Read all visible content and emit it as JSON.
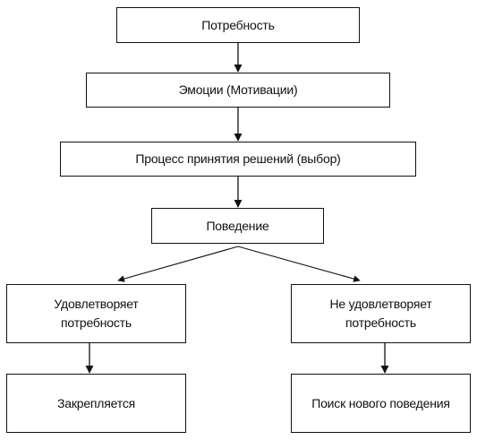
{
  "nodes": {
    "need": "Потребность",
    "emotions": "Эмоции (Мотивации)",
    "decision": "Процесс принятия решений (выбор)",
    "behavior": "Поведение",
    "satisfies": "Удовлетворяет потребность",
    "not_satisfies": "Не удовлетворяет потребность",
    "reinforced": "Закрепляется",
    "search_new": "Поиск нового поведения"
  },
  "edges": [
    {
      "from": "need",
      "to": "emotions"
    },
    {
      "from": "emotions",
      "to": "decision"
    },
    {
      "from": "decision",
      "to": "behavior"
    },
    {
      "from": "behavior",
      "to": "satisfies"
    },
    {
      "from": "behavior",
      "to": "not_satisfies"
    },
    {
      "from": "satisfies",
      "to": "reinforced"
    },
    {
      "from": "not_satisfies",
      "to": "search_new"
    }
  ],
  "colors": {
    "stroke": "#111111",
    "background": "#ffffff"
  }
}
